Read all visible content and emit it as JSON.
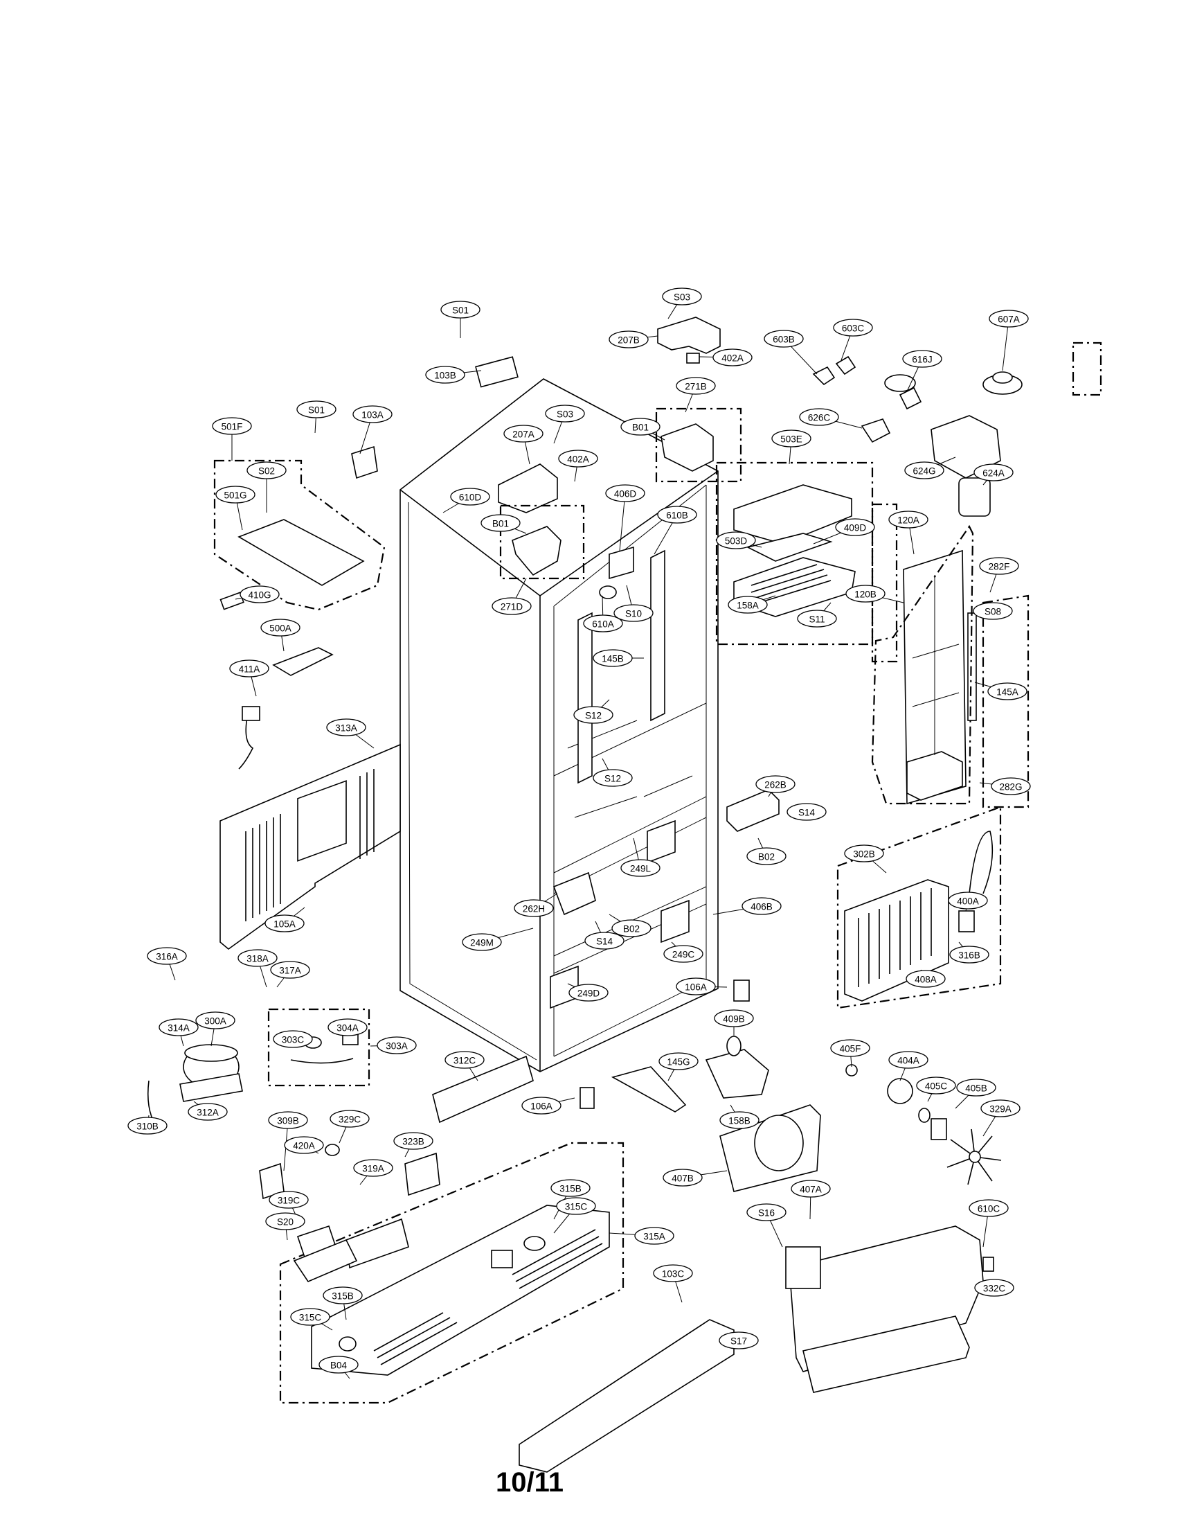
{
  "page_number": "10/11",
  "callouts": [
    "S01",
    "103B",
    "S03",
    "207B",
    "402A",
    "603B",
    "603C",
    "607A",
    "616J",
    "626C",
    "271B",
    "B01",
    "S03",
    "207A",
    "402A",
    "S01",
    "103A",
    "501F",
    "S02",
    "501G",
    "610D",
    "B01",
    "406D",
    "610B",
    "271D",
    "410G",
    "503E",
    "409D",
    "503D",
    "158A",
    "S11",
    "624G",
    "624A",
    "120A",
    "282F",
    "S08",
    "120B",
    "145A",
    "282G",
    "610A",
    "S10",
    "145B",
    "S12",
    "S12",
    "500A",
    "411A",
    "313A",
    "262B",
    "S14",
    "B02",
    "302B",
    "400A",
    "316B",
    "408A",
    "249L",
    "406B",
    "262H",
    "249M",
    "S14",
    "B02",
    "249C",
    "249D",
    "316A",
    "105A",
    "318A",
    "317A",
    "314A",
    "300A",
    "304A",
    "303C",
    "303A",
    "310B",
    "312A",
    "312C",
    "106A",
    "106A",
    "145G",
    "409B",
    "158B",
    "405F",
    "404A",
    "405C",
    "405B",
    "329A",
    "309B",
    "329C",
    "420A",
    "323B",
    "319A",
    "319C",
    "S20",
    "315B",
    "315C",
    "315A",
    "407B",
    "S16",
    "407A",
    "610C",
    "332C",
    "103C",
    "315B",
    "315C",
    "S17",
    "B04"
  ]
}
